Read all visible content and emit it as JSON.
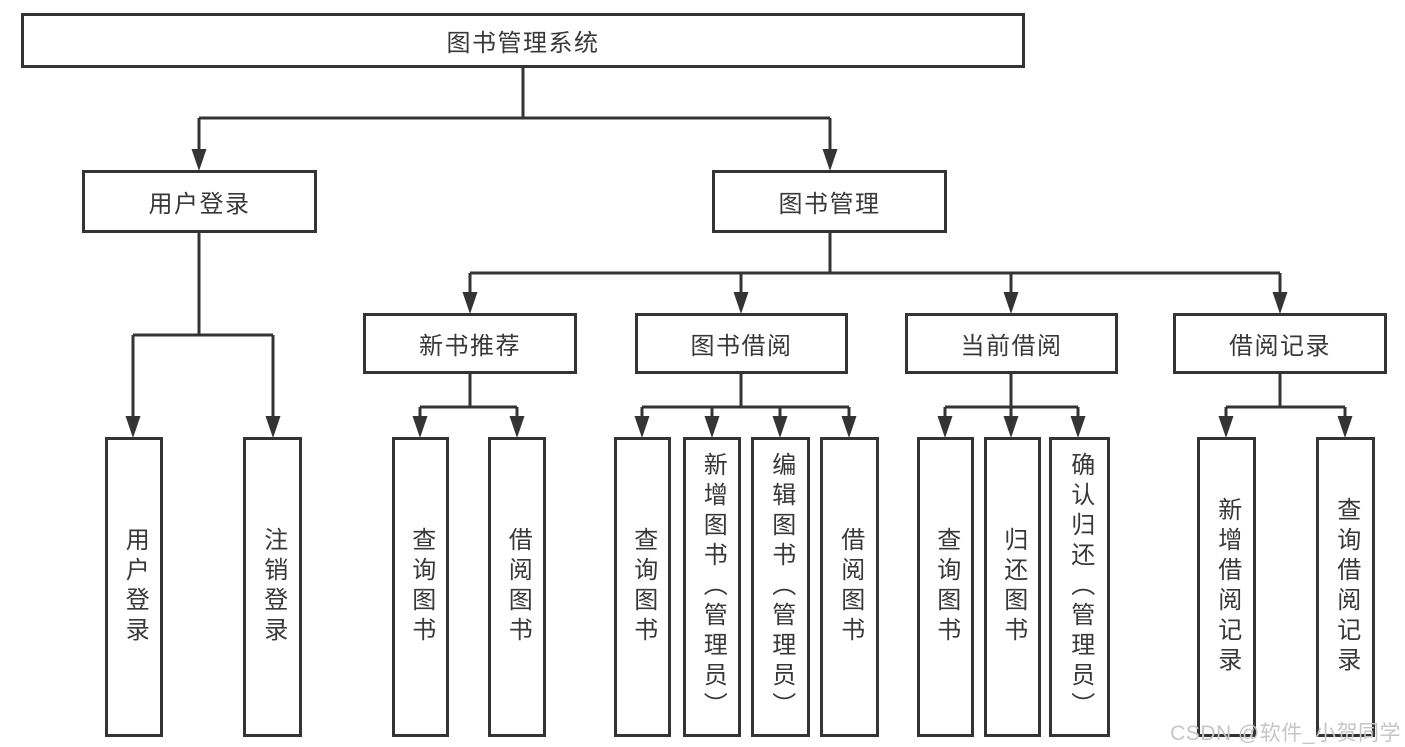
{
  "diagram": {
    "type": "hierarchy-tree",
    "tree": {
      "label": "图书管理系统",
      "children": [
        {
          "label": "用户登录",
          "children": [
            {
              "label": "用户登录"
            },
            {
              "label": "注销登录"
            }
          ]
        },
        {
          "label": "图书管理",
          "children": [
            {
              "label": "新书推荐",
              "children": [
                {
                  "label": "查询图书"
                },
                {
                  "label": "借阅图书"
                }
              ]
            },
            {
              "label": "图书借阅",
              "children": [
                {
                  "label": "查询图书"
                },
                {
                  "label": "新增图书（管理员）"
                },
                {
                  "label": "编辑图书（管理员）"
                },
                {
                  "label": "借阅图书"
                }
              ]
            },
            {
              "label": "当前借阅",
              "children": [
                {
                  "label": "查询图书"
                },
                {
                  "label": "归还图书"
                },
                {
                  "label": "确认归还（管理员）"
                }
              ]
            },
            {
              "label": "借阅记录",
              "children": [
                {
                  "label": "新增借阅记录"
                },
                {
                  "label": "查询借阅记录"
                }
              ]
            }
          ]
        }
      ]
    },
    "colors": {
      "line": "#343434",
      "text": "#383838",
      "box_background": "#ffffff",
      "page_background": "#ffffff",
      "watermark": "#c6c6c6"
    }
  },
  "watermark": {
    "text": "CSDN @软件_小贺同学"
  }
}
